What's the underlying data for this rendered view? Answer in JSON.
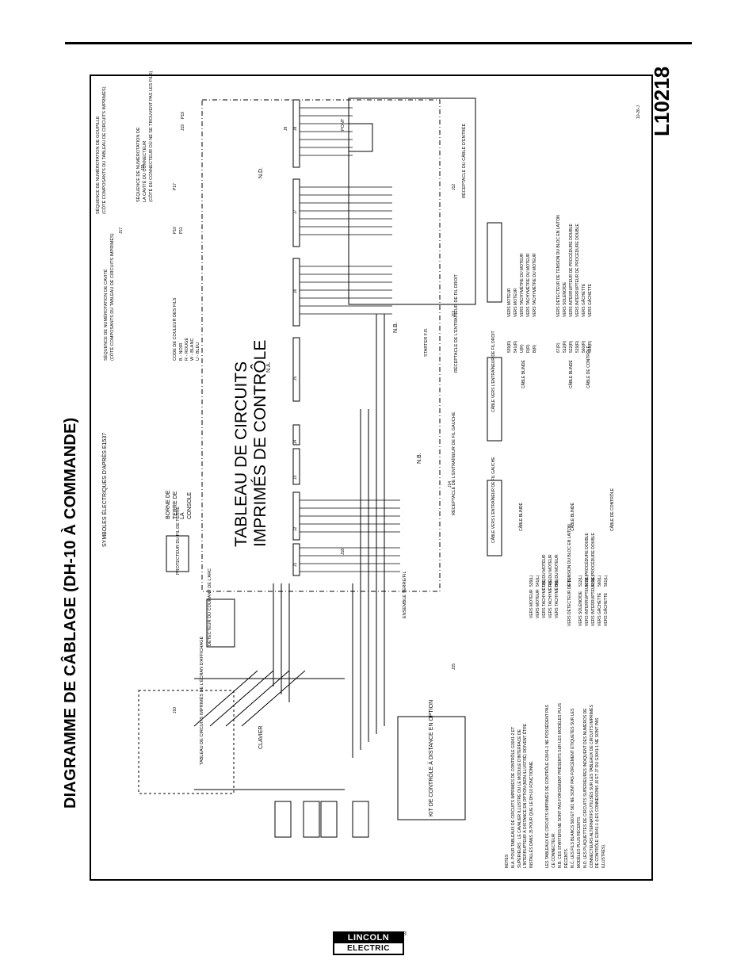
{
  "page": {
    "title": "DIAGRAMME DE CÂBLAGE (DH-10 À COMMANDE)",
    "diagram_code": "L10218",
    "revision": "10-26-J"
  },
  "diagram": {
    "pcb_title_line1": "TABLEAU DE CIRCUITS",
    "pcb_title_line2": "IMPRIMÉS DE CONTRÔLE",
    "symbols_note": "SYMBOLES ÉLECTRIQUES D'APRÈS E1537",
    "cavity_title": "SÉQUENCE DE NUMÉROTATION DE CAVITÉ",
    "cavity_sub": "(CÔTÉ COMPOSANTS DU TABLEAU DE CIRCUITS IMPRIMÉS)",
    "pin_title": "SÉQUENCE DE NUMÉROTATION DE GOUPILLE",
    "pin_sub": "(CÔTÉ COMPOSANTS DU TABLEAU DE CIRCUITS IMPRIMÉS)",
    "connector_title": "SÉQUENCE DE NUMÉROTATION DE",
    "connector_sub": "LA CAVITÉ DU CONNECTEUR",
    "connector_sub2": "(CÔTÉ DU CONNECTEUR OÙ NE SE TROUVENT PAS LES FILS)",
    "color_code_title": "CODE DE COULEUR DES FILS",
    "color_codes": [
      "B - NOIR",
      "R - ROUGE",
      "W - BLANC",
      "U - BLEU"
    ],
    "ground_label": "BORNE DE TERRE DE LA CONSOLE",
    "ground_protector": "PROTECTEUR DU FIL DE TERRE",
    "keyboard": "CLAVIER",
    "display_board": "TABLEAU DE CIRCUITS IMPRIMÉS DE L'ÉCRAN D'AFFICHAGE",
    "arc_detector": "DÉTECTEUR DU COURANT DE L'ARC",
    "remote_kit": "KIT DE CONTRÔLE À DISTANCE EN OPTION",
    "left_receptacle": "RÉCEPTACLE DE L'ENTRAÎNEUR DE FIL GAUCHE",
    "right_receptacle": "RÉCEPTACLE DE L'ENTRAÎNEUR DE FIL DROIT",
    "input_receptacle": "RÉCEPTACLE DU CÂBLE D'ENTRÉE",
    "starter": "STARTER F.R.",
    "bridge": "PONT",
    "feeder_set": "ENSEMBLE TERRE/FIL",
    "callouts": [
      "N.A.",
      "N.B.",
      "N.D.",
      "N.B."
    ],
    "right_list": [
      "VERS MOTEUR",
      "VERS MOTEUR",
      "VERS TACHYMÈTRE DU MOTEUR",
      "VERS TACHYMÈTRE DU MOTEUR",
      "VERS TACHYMÈTRE DU MOTEUR",
      "VERS DÉTECTEUR DE TENSION DU BLOC EN LAITON",
      "VERS SOLÉNOÏDE",
      "VERS INTERRUPTEUR DE PROCÉDURE DOUBLE",
      "VERS INTERRUPTEUR DE PROCÉDURE DOUBLE",
      "VERS GÂCHETTE",
      "VERS GÂCHETTE"
    ],
    "left_list": [
      "VERS MOTEUR",
      "VERS MOTEUR",
      "VERS TACHYMÈTRE DU MOTEUR",
      "VERS TACHYMÈTRE DU MOTEUR",
      "VERS TACHYMÈTRE DU MOTEUR",
      "VERS DÉTECTEUR DE TENSION DU BLOC EN LAITON",
      "VERS SOLÉNOÏDE",
      "VERS INTERRUPTEUR DE PROCÉDURE DOUBLE",
      "VERS INTERRUPTEUR DE PROCÉDURE DOUBLE",
      "VERS GÂCHETTE",
      "VERS GÂCHETTE"
    ],
    "wire_labels_right": [
      "539(R)",
      "541(R)",
      "U(R)",
      "R(R)",
      "B(R)",
      "67(R)",
      "512(R)",
      "522(R)",
      "519(R)",
      "560(R)",
      "561(R)"
    ],
    "wire_labels_left": [
      "539(L)",
      "541(L)",
      "U(L)",
      "R(L)",
      "B(L)",
      "67(L)",
      "512(L)",
      "522(L)",
      "519(L)",
      "560(L)",
      "561(L)"
    ],
    "connectors": [
      "J1",
      "J2",
      "J3",
      "J4",
      "J5",
      "J6",
      "J7",
      "J8",
      "J9",
      "J10",
      "J11",
      "J12",
      "J13",
      "J14",
      "J15",
      "J17",
      "J18",
      "J19",
      "P10",
      "P11",
      "P17",
      "P19"
    ],
    "notes_title": "NOTES",
    "notes": [
      "N.A. POUR TABLEAUX DE CIRCUITS IMPRIMÉS DE CONTRÔLE G3041-2 ET SUPÉRIEURS : LE CAVALIER ILLUSTRÉ OU LE MODULE D'INTERFACE DE L'INTERRUPTEUR À DISTANCE EN OPTION (NON ILLUSTRÉ) DOIVENT ÊTRE INSTALLÉS DANS J5 POUR QUE LE DH-10 FONCTIONNE.",
      "LES TABLEAUX DE CIRCUITS IMPRIMÉS DE CONTRÔLE G3041-1 NE POSSÈDENT PAS CE CONNECTEUR.",
      "N.B. CES STARTERS NE SONT PAS FORCÉMENT PRÉSENTS SUR LES MODÈLES PLUS RÉCENTS.",
      "N.C. LES FILS BLANCS 560 ET 561 NE SONT PAS FORCÉMENT ÉTIQUETÉS SUR LES MODÈLES PLUS RÉCENTS.",
      "N.D. LES PLAQUETTES DE CIRCUITS SUPÉRIEURES INDIQUENT DES NUMÉROS DE CONNECTEURS ALTERNATIFS UTILISÉS SUR LES TABLEAUX DE CIRCUITS IMPRIMÉS DE CONTRÔLE G3041-1 (LES CONNEXIONS J6 ET J7 DU G3041-1 NE SONT PAS ILLUSTRÉS)."
    ],
    "connector_cable_right": "CÂBLE VERS L'ENTRAÎNEUR DE FIL DROIT",
    "connector_cable_left": "CÂBLE VERS L'ENTRAÎNEUR DE FIL GAUCHE",
    "cable_motor": "CÂBLE BLINDÉ",
    "cable_control": "CÂBLE DE CONTRÔLE"
  },
  "footer": {
    "brand_top": "LINCOLN",
    "brand_bottom": "ELECTRIC"
  }
}
